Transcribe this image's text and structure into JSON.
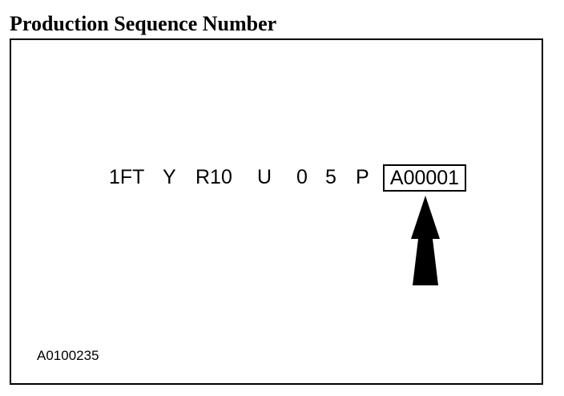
{
  "title": "Production Sequence Number",
  "vin": {
    "parts": [
      "1FT",
      "Y",
      "R10",
      "U",
      "0",
      "5",
      "P"
    ],
    "highlighted": "A00001"
  },
  "figure_id": "A0100235",
  "colors": {
    "ink": "#000000",
    "background": "#ffffff"
  },
  "icons": {
    "pointer": "arrow-up-icon"
  }
}
